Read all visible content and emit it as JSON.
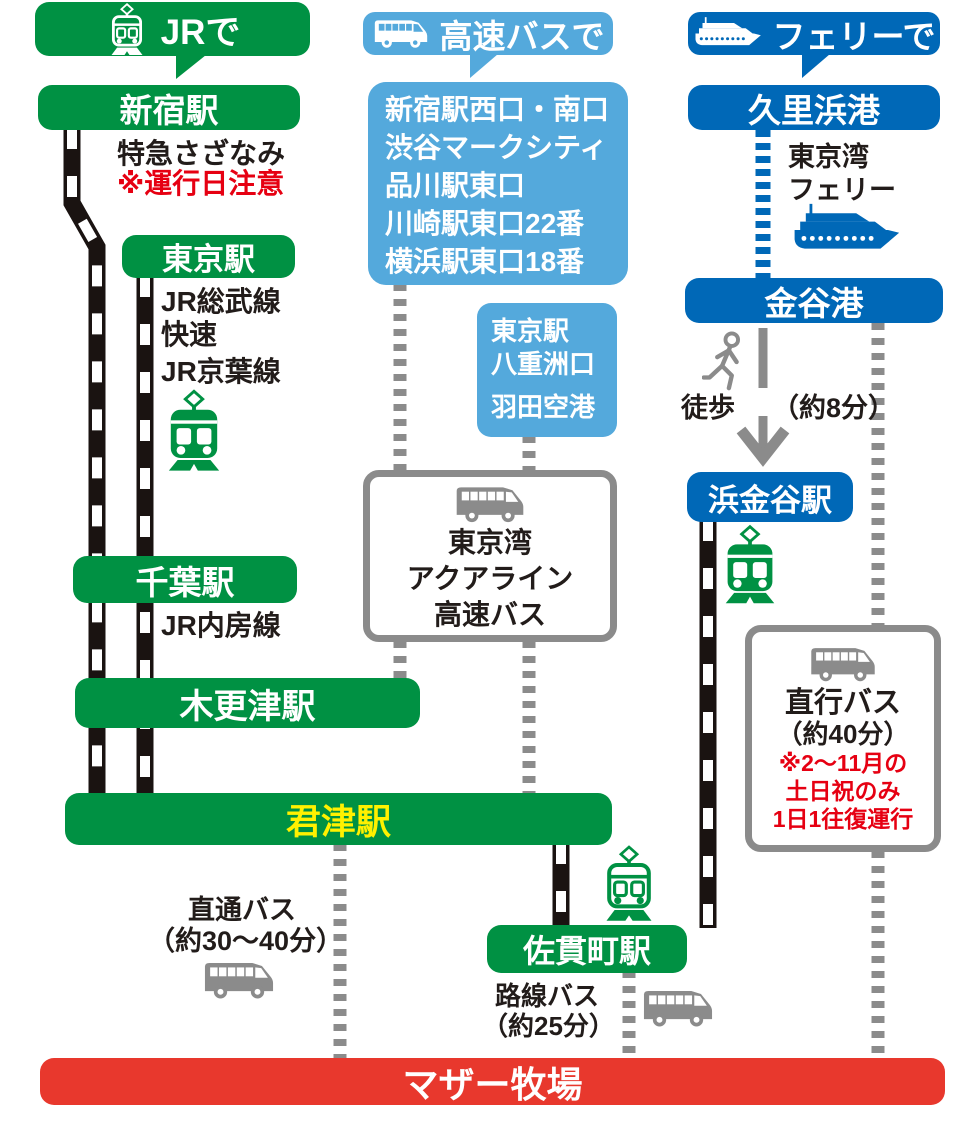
{
  "colors": {
    "green": "#009143",
    "blue": "#0068b7",
    "lightblue": "#54a9dc",
    "red": "#e8382d",
    "red_text": "#e60012",
    "gray": "#8b8b8b",
    "rail_black": "#1a1311",
    "yellow": "#fff100"
  },
  "jr": {
    "header": "JRで",
    "stations": {
      "shinjuku": "新宿駅",
      "tokyo": "東京駅",
      "chiba": "千葉駅",
      "kisarazu": "木更津駅",
      "kimitsu": "君津駅",
      "sanukimachi": "佐貫町駅"
    },
    "notes": {
      "express": "特急さざなみ",
      "caution": "※運行日注意",
      "sobu1": "JR総武線",
      "sobu2": "快速",
      "keiyo": "JR京葉線",
      "uchibo": "JR内房線"
    }
  },
  "highway_bus": {
    "header": "高速バスで",
    "stops": [
      "新宿駅西口・南口",
      "渋谷マークシティ",
      "品川駅東口",
      "川崎駅東口22番",
      "横浜駅東口18番"
    ],
    "tokyo_stops": [
      "東京駅",
      "八重洲口",
      "羽田空港"
    ],
    "aqualine": [
      "東京湾",
      "アクアライン",
      "高速バス"
    ]
  },
  "ferry": {
    "header": "フェリーで",
    "kurihama": "久里浜港",
    "name1": "東京湾",
    "name2": "フェリー",
    "kanaya": "金谷港",
    "walk1": "徒歩",
    "walk2": "（約8分）",
    "hamakanaya": "浜金谷駅"
  },
  "buses": {
    "chokutsu1": "直通バス",
    "chokutsu2": "（約30〜40分）",
    "rosen1": "路線バス",
    "rosen2": "（約25分）",
    "chokko_name": "直行バス",
    "chokko_time": "（約40分）",
    "chokko_note1": "※2〜11月の",
    "chokko_note2": "土日祝のみ",
    "chokko_note3": "1日1往復運行"
  },
  "destination": "マザー牧場"
}
